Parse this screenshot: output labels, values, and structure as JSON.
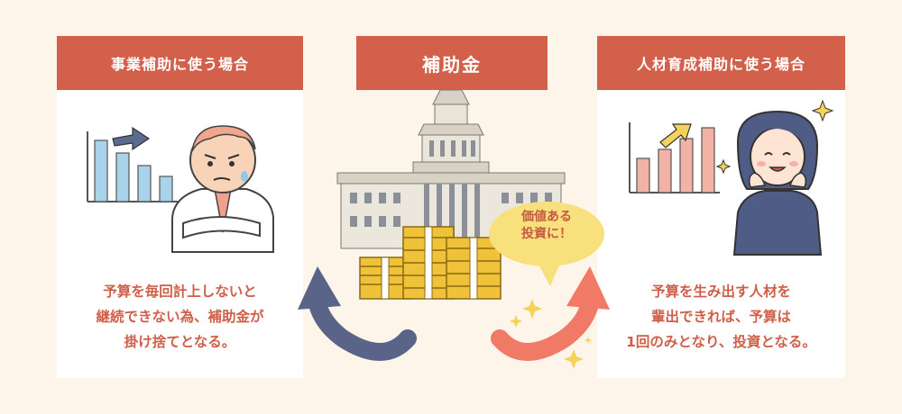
{
  "left_panel": {
    "title": "事業補助に使う場合",
    "lines": [
      "予算を毎回計上しないと",
      "継続できない為、補助金が",
      "掛け捨てとなる。"
    ]
  },
  "center": {
    "title": "補助金",
    "bubble_lines": [
      "価値ある",
      "投資に！"
    ]
  },
  "right_panel": {
    "title": "人材育成補助に使う場合",
    "lines": [
      "予算を生み出す人材を",
      "輩出できれば、予算は",
      "1回のみとなり、投資となる。"
    ]
  },
  "colors": {
    "background": "#fdf4ea",
    "header": "#d2604a",
    "text_accent": "#cf5f48",
    "arrow_left": "#5a6488",
    "arrow_right": "#f07a66",
    "bubble": "#f8e17c"
  }
}
